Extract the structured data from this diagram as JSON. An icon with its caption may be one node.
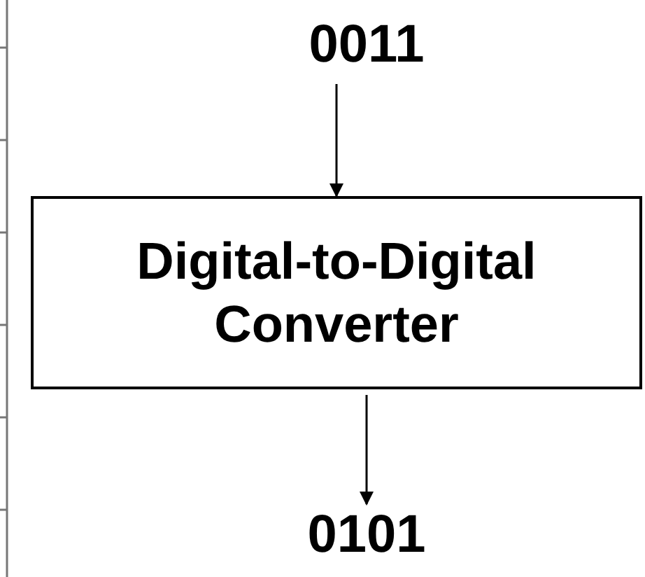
{
  "diagram": {
    "nodes": [
      {
        "text": [
          "0011"
        ]
      },
      {
        "text": [
          "Digital-to-Digital Converter"
        ]
      },
      {
        "text": [
          "0101"
        ]
      }
    ],
    "edges": [
      {
        "from": 0,
        "to": 1,
        "arrow": "to"
      },
      {
        "from": 1,
        "to": 2,
        "arrow": "to"
      }
    ]
  }
}
